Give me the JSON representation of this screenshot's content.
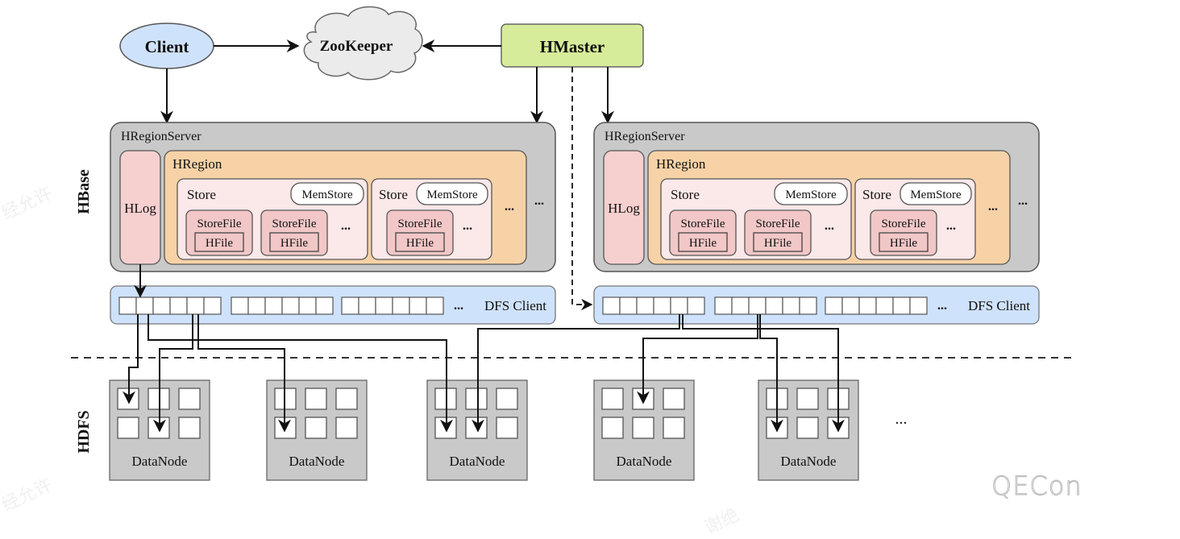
{
  "top": {
    "client": "Client",
    "zookeeper": "ZooKeeper",
    "hmaster": "HMaster"
  },
  "layers": {
    "hbase": "HBase",
    "hdfs": "HDFS"
  },
  "servers": [
    {
      "title": "HRegionServer",
      "hlog": "HLog",
      "region": "HRegion",
      "stores": [
        {
          "label": "Store",
          "memstore": "MemStore",
          "storefiles": [
            {
              "label": "StoreFile",
              "hfile": "HFile"
            },
            {
              "label": "StoreFile",
              "hfile": "HFile"
            }
          ],
          "more": "..."
        },
        {
          "label": "Store",
          "memstore": "MemStore",
          "storefiles": [
            {
              "label": "StoreFile",
              "hfile": "HFile"
            }
          ],
          "more": "..."
        }
      ],
      "region_more": "...",
      "server_more": "...",
      "dfs_client": "DFS Client",
      "dfs_more": "..."
    },
    {
      "title": "HRegionServer",
      "hlog": "HLog",
      "region": "HRegion",
      "stores": [
        {
          "label": "Store",
          "memstore": "MemStore",
          "storefiles": [
            {
              "label": "StoreFile",
              "hfile": "HFile"
            },
            {
              "label": "StoreFile",
              "hfile": "HFile"
            }
          ],
          "more": "..."
        },
        {
          "label": "Store",
          "memstore": "MemStore",
          "storefiles": [
            {
              "label": "StoreFile",
              "hfile": "HFile"
            }
          ],
          "more": "..."
        }
      ],
      "region_more": "...",
      "server_more": "...",
      "dfs_client": "DFS Client",
      "dfs_more": "..."
    }
  ],
  "datanodes": [
    {
      "label": "DataNode"
    },
    {
      "label": "DataNode"
    },
    {
      "label": "DataNode"
    },
    {
      "label": "DataNode"
    },
    {
      "label": "DataNode"
    }
  ],
  "datanodes_more": "...",
  "logo": "QECon",
  "watermarks": [
    "经允许",
    "经允许",
    "谢绝"
  ],
  "colors": {
    "client_fill": "#cfe2fb",
    "zookeeper_fill": "#ebebeb",
    "hmaster_fill": "#d7ec9a",
    "server_fill": "#c9c9c9",
    "hlog_fill": "#f6cfcf",
    "region_fill": "#f7d2a6",
    "store_fill": "#fbe8e8",
    "storefile_fill": "#f2c7c7",
    "dfs_fill": "#cfe2fb",
    "datanode_fill": "#c9c9c9",
    "stroke": "#555555"
  }
}
